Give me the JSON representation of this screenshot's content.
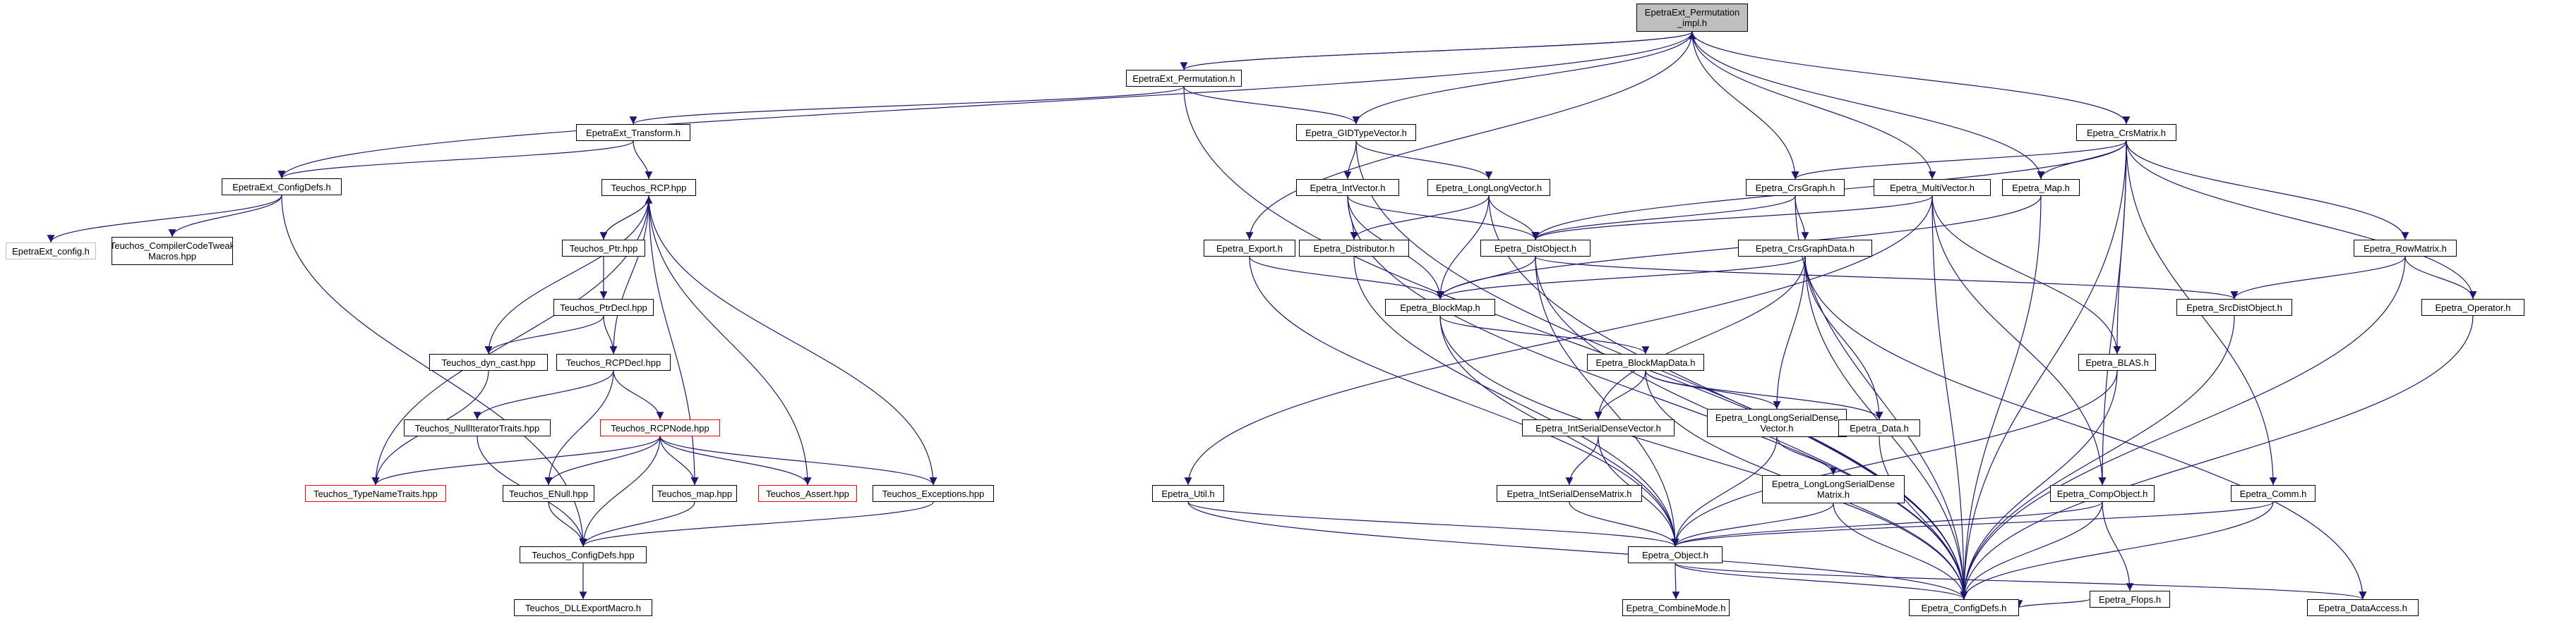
{
  "colors": {
    "edge": "#191970",
    "node_border": "#000000",
    "root_fill": "#bfbfbf",
    "red_border": "#ff0000",
    "gray_border": "#bfbfbf"
  },
  "nodes": [
    {
      "id": "perm_impl",
      "lines": [
        "EpetraExt_Permutation",
        "_impl.h"
      ],
      "style": "root"
    },
    {
      "id": "perm",
      "lines": [
        "EpetraExt_Permutation.h"
      ]
    },
    {
      "id": "transform",
      "lines": [
        "EpetraExt_Transform.h"
      ]
    },
    {
      "id": "ext_configdefs",
      "lines": [
        "EpetraExt_ConfigDefs.h"
      ]
    },
    {
      "id": "ext_config",
      "lines": [
        "EpetraExt_config.h"
      ],
      "style": "gray"
    },
    {
      "id": "tweak",
      "lines": [
        "Teuchos_CompilerCodeTweak",
        "Macros.hpp"
      ]
    },
    {
      "id": "rcp",
      "lines": [
        "Teuchos_RCP.hpp"
      ]
    },
    {
      "id": "ptr",
      "lines": [
        "Teuchos_Ptr.hpp"
      ]
    },
    {
      "id": "ptrdecl",
      "lines": [
        "Teuchos_PtrDecl.hpp"
      ]
    },
    {
      "id": "dyncast",
      "lines": [
        "Teuchos_dyn_cast.hpp"
      ]
    },
    {
      "id": "rcpdecl",
      "lines": [
        "Teuchos_RCPDecl.hpp"
      ]
    },
    {
      "id": "nulliter",
      "lines": [
        "Teuchos_NullIteratorTraits.hpp"
      ]
    },
    {
      "id": "rcpnode",
      "lines": [
        "Teuchos_RCPNode.hpp"
      ],
      "style": "red"
    },
    {
      "id": "typename",
      "lines": [
        "Teuchos_TypeNameTraits.hpp"
      ],
      "style": "red"
    },
    {
      "id": "enull",
      "lines": [
        "Teuchos_ENull.hpp"
      ]
    },
    {
      "id": "map_hpp",
      "lines": [
        "Teuchos_map.hpp"
      ]
    },
    {
      "id": "assert",
      "lines": [
        "Teuchos_Assert.hpp"
      ],
      "style": "red"
    },
    {
      "id": "exceptions",
      "lines": [
        "Teuchos_Exceptions.hpp"
      ]
    },
    {
      "id": "teuchos_configdefs",
      "lines": [
        "Teuchos_ConfigDefs.hpp"
      ]
    },
    {
      "id": "dllexport",
      "lines": [
        "Teuchos_DLLExportMacro.h"
      ]
    },
    {
      "id": "gidtype",
      "lines": [
        "Epetra_GIDTypeVector.h"
      ]
    },
    {
      "id": "intvector",
      "lines": [
        "Epetra_IntVector.h"
      ]
    },
    {
      "id": "longlongvector",
      "lines": [
        "Epetra_LongLongVector.h"
      ]
    },
    {
      "id": "distributor",
      "lines": [
        "Epetra_Distributor.h"
      ]
    },
    {
      "id": "export",
      "lines": [
        "Epetra_Export.h"
      ]
    },
    {
      "id": "util",
      "lines": [
        "Epetra_Util.h"
      ]
    },
    {
      "id": "distobject",
      "lines": [
        "Epetra_DistObject.h"
      ]
    },
    {
      "id": "crsgraph",
      "lines": [
        "Epetra_CrsGraph.h"
      ]
    },
    {
      "id": "multivector",
      "lines": [
        "Epetra_MultiVector.h"
      ]
    },
    {
      "id": "map",
      "lines": [
        "Epetra_Map.h"
      ]
    },
    {
      "id": "crsmatrix",
      "lines": [
        "Epetra_CrsMatrix.h"
      ]
    },
    {
      "id": "blockmap",
      "lines": [
        "Epetra_BlockMap.h"
      ]
    },
    {
      "id": "crsgraphdata",
      "lines": [
        "Epetra_CrsGraphData.h"
      ]
    },
    {
      "id": "blockmapdata",
      "lines": [
        "Epetra_BlockMapData.h"
      ]
    },
    {
      "id": "intsdv",
      "lines": [
        "Epetra_IntSerialDenseVector.h"
      ]
    },
    {
      "id": "llsdv",
      "lines": [
        "Epetra_LongLongSerialDense",
        "Vector.h"
      ]
    },
    {
      "id": "data",
      "lines": [
        "Epetra_Data.h"
      ]
    },
    {
      "id": "intsdm",
      "lines": [
        "Epetra_IntSerialDenseMatrix.h"
      ]
    },
    {
      "id": "llsdm",
      "lines": [
        "Epetra_LongLongSerialDense",
        "Matrix.h"
      ]
    },
    {
      "id": "object",
      "lines": [
        "Epetra_Object.h"
      ]
    },
    {
      "id": "combinemode",
      "lines": [
        "Epetra_CombineMode.h"
      ]
    },
    {
      "id": "configdefs",
      "lines": [
        "Epetra_ConfigDefs.h"
      ]
    },
    {
      "id": "blas",
      "lines": [
        "Epetra_BLAS.h"
      ]
    },
    {
      "id": "compobject",
      "lines": [
        "Epetra_CompObject.h"
      ]
    },
    {
      "id": "flops",
      "lines": [
        "Epetra_Flops.h"
      ]
    },
    {
      "id": "comm",
      "lines": [
        "Epetra_Comm.h"
      ]
    },
    {
      "id": "rowmatrix",
      "lines": [
        "Epetra_RowMatrix.h"
      ]
    },
    {
      "id": "srcdistobject",
      "lines": [
        "Epetra_SrcDistObject.h"
      ]
    },
    {
      "id": "operator",
      "lines": [
        "Epetra_Operator.h"
      ]
    },
    {
      "id": "dataaccess",
      "lines": [
        "Epetra_DataAccess.h"
      ]
    }
  ],
  "edges": [
    [
      "perm_impl",
      "perm"
    ],
    [
      "perm",
      "perm_impl"
    ],
    [
      "perm_impl",
      "ext_configdefs"
    ],
    [
      "perm_impl",
      "gidtype"
    ],
    [
      "perm_impl",
      "export"
    ],
    [
      "perm_impl",
      "crsgraph"
    ],
    [
      "perm_impl",
      "multivector"
    ],
    [
      "perm_impl",
      "map"
    ],
    [
      "perm_impl",
      "crsmatrix"
    ],
    [
      "perm",
      "transform"
    ],
    [
      "perm",
      "gidtype"
    ],
    [
      "perm",
      "configdefs"
    ],
    [
      "transform",
      "ext_configdefs"
    ],
    [
      "transform",
      "rcp"
    ],
    [
      "ext_configdefs",
      "ext_config"
    ],
    [
      "ext_configdefs",
      "tweak"
    ],
    [
      "ext_configdefs",
      "teuchos_configdefs"
    ],
    [
      "rcp",
      "ptr"
    ],
    [
      "ptr",
      "rcp"
    ],
    [
      "rcp",
      "dyncast"
    ],
    [
      "rcp",
      "rcpdecl"
    ],
    [
      "rcp",
      "typename"
    ],
    [
      "rcp",
      "map_hpp"
    ],
    [
      "rcp",
      "assert"
    ],
    [
      "rcp",
      "exceptions"
    ],
    [
      "ptr",
      "ptrdecl"
    ],
    [
      "ptrdecl",
      "dyncast"
    ],
    [
      "ptrdecl",
      "rcpdecl"
    ],
    [
      "dyncast",
      "typename"
    ],
    [
      "rcpdecl",
      "nulliter"
    ],
    [
      "rcpdecl",
      "rcpnode"
    ],
    [
      "rcpdecl",
      "enull"
    ],
    [
      "nulliter",
      "teuchos_configdefs"
    ],
    [
      "rcpnode",
      "typename"
    ],
    [
      "rcpnode",
      "enull"
    ],
    [
      "rcpnode",
      "map_hpp"
    ],
    [
      "rcpnode",
      "assert"
    ],
    [
      "rcpnode",
      "exceptions"
    ],
    [
      "rcpnode",
      "teuchos_configdefs"
    ],
    [
      "enull",
      "teuchos_configdefs"
    ],
    [
      "map_hpp",
      "teuchos_configdefs"
    ],
    [
      "exceptions",
      "teuchos_configdefs"
    ],
    [
      "teuchos_configdefs",
      "dllexport"
    ],
    [
      "gidtype",
      "intvector"
    ],
    [
      "gidtype",
      "longlongvector"
    ],
    [
      "gidtype",
      "configdefs"
    ],
    [
      "intvector",
      "distributor"
    ],
    [
      "intvector",
      "distobject"
    ],
    [
      "intvector",
      "blockmap"
    ],
    [
      "intvector",
      "configdefs"
    ],
    [
      "longlongvector",
      "distributor"
    ],
    [
      "longlongvector",
      "distobject"
    ],
    [
      "longlongvector",
      "blockmap"
    ],
    [
      "longlongvector",
      "configdefs"
    ],
    [
      "distributor",
      "object"
    ],
    [
      "export",
      "blockmap"
    ],
    [
      "export",
      "object"
    ],
    [
      "util",
      "object"
    ],
    [
      "util",
      "configdefs"
    ],
    [
      "distobject",
      "blockmap"
    ],
    [
      "distobject",
      "srcdistobject"
    ],
    [
      "distobject",
      "object"
    ],
    [
      "distobject",
      "configdefs"
    ],
    [
      "crsgraph",
      "distobject"
    ],
    [
      "crsgraph",
      "crsgraphdata"
    ],
    [
      "crsgraph",
      "configdefs"
    ],
    [
      "multivector",
      "distobject"
    ],
    [
      "multivector",
      "blas"
    ],
    [
      "multivector",
      "compobject"
    ],
    [
      "multivector",
      "util"
    ],
    [
      "multivector",
      "configdefs"
    ],
    [
      "map",
      "blockmap"
    ],
    [
      "map",
      "configdefs"
    ],
    [
      "crsmatrix",
      "crsgraph"
    ],
    [
      "crsmatrix",
      "distobject"
    ],
    [
      "crsmatrix",
      "map"
    ],
    [
      "crsmatrix",
      "rowmatrix"
    ],
    [
      "crsmatrix",
      "operator"
    ],
    [
      "crsmatrix",
      "blas"
    ],
    [
      "crsmatrix",
      "compobject"
    ],
    [
      "crsmatrix",
      "comm"
    ],
    [
      "crsmatrix",
      "configdefs"
    ],
    [
      "blockmap",
      "blockmapdata"
    ],
    [
      "blockmap",
      "object"
    ],
    [
      "blockmap",
      "configdefs"
    ],
    [
      "crsgraphdata",
      "blockmap"
    ],
    [
      "crsgraphdata",
      "intsdv"
    ],
    [
      "crsgraphdata",
      "llsdv"
    ],
    [
      "crsgraphdata",
      "data"
    ],
    [
      "crsgraphdata",
      "configdefs"
    ],
    [
      "crsgraphdata",
      "dataaccess"
    ],
    [
      "blockmapdata",
      "intsdv"
    ],
    [
      "blockmapdata",
      "llsdv"
    ],
    [
      "blockmapdata",
      "data"
    ],
    [
      "blockmapdata",
      "configdefs"
    ],
    [
      "intsdv",
      "intsdm"
    ],
    [
      "intsdv",
      "object"
    ],
    [
      "llsdv",
      "llsdm"
    ],
    [
      "llsdv",
      "object"
    ],
    [
      "data",
      "configdefs"
    ],
    [
      "intsdm",
      "object"
    ],
    [
      "llsdm",
      "object"
    ],
    [
      "llsdm",
      "configdefs"
    ],
    [
      "object",
      "combinemode"
    ],
    [
      "object",
      "configdefs"
    ],
    [
      "object",
      "dataaccess"
    ],
    [
      "blas",
      "object"
    ],
    [
      "blas",
      "configdefs"
    ],
    [
      "compobject",
      "flops"
    ],
    [
      "compobject",
      "object"
    ],
    [
      "compobject",
      "configdefs"
    ],
    [
      "flops",
      "configdefs"
    ],
    [
      "comm",
      "object"
    ],
    [
      "comm",
      "configdefs"
    ],
    [
      "rowmatrix",
      "srcdistobject"
    ],
    [
      "rowmatrix",
      "operator"
    ],
    [
      "rowmatrix",
      "configdefs"
    ],
    [
      "srcdistobject",
      "configdefs"
    ],
    [
      "operator",
      "configdefs"
    ]
  ]
}
